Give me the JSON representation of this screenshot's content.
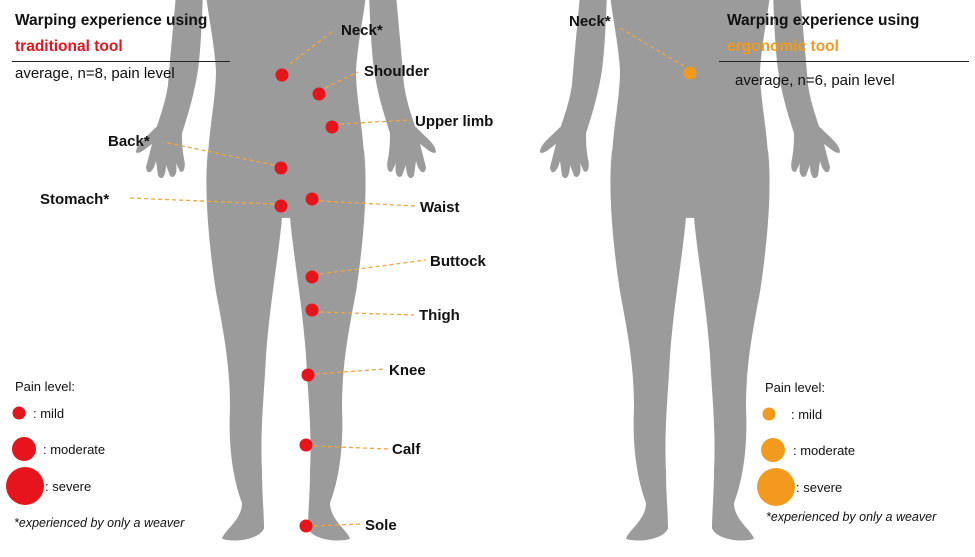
{
  "colors": {
    "body": "#9b9b9b",
    "traditional": "#e8141b",
    "ergonomic": "#f39a1e",
    "leader": "#f0a640"
  },
  "left": {
    "title_line1": "Warping experience using",
    "title_line2": "traditional tool",
    "subtitle": "average, n=8, pain level",
    "points": [
      {
        "label": "Neck*",
        "severity": "mild"
      },
      {
        "label": "Shoulder",
        "severity": "mild"
      },
      {
        "label": "Upper limb",
        "severity": "mild"
      },
      {
        "label": "Back*",
        "severity": "mild"
      },
      {
        "label": "Stomach*",
        "severity": "mild"
      },
      {
        "label": "Waist",
        "severity": "mild"
      },
      {
        "label": "Buttock",
        "severity": "mild"
      },
      {
        "label": "Thigh",
        "severity": "mild"
      },
      {
        "label": "Knee",
        "severity": "mild"
      },
      {
        "label": "Calf",
        "severity": "mild"
      },
      {
        "label": "Sole",
        "severity": "mild"
      }
    ],
    "legend": {
      "title": "Pain level:",
      "mild": ": mild",
      "moderate": ": moderate",
      "severe": ": severe"
    },
    "footnote": "*experienced by only a weaver"
  },
  "right": {
    "title_line1": "Warping experience using",
    "title_line2": "ergonomic tool",
    "subtitle": "average, n=6, pain level",
    "points": [
      {
        "label": "Neck*",
        "severity": "mild"
      }
    ],
    "legend": {
      "title": "Pain level:",
      "mild": ": mild",
      "moderate": ": moderate",
      "severe": ": severe"
    },
    "footnote": "*experienced by only a weaver"
  }
}
